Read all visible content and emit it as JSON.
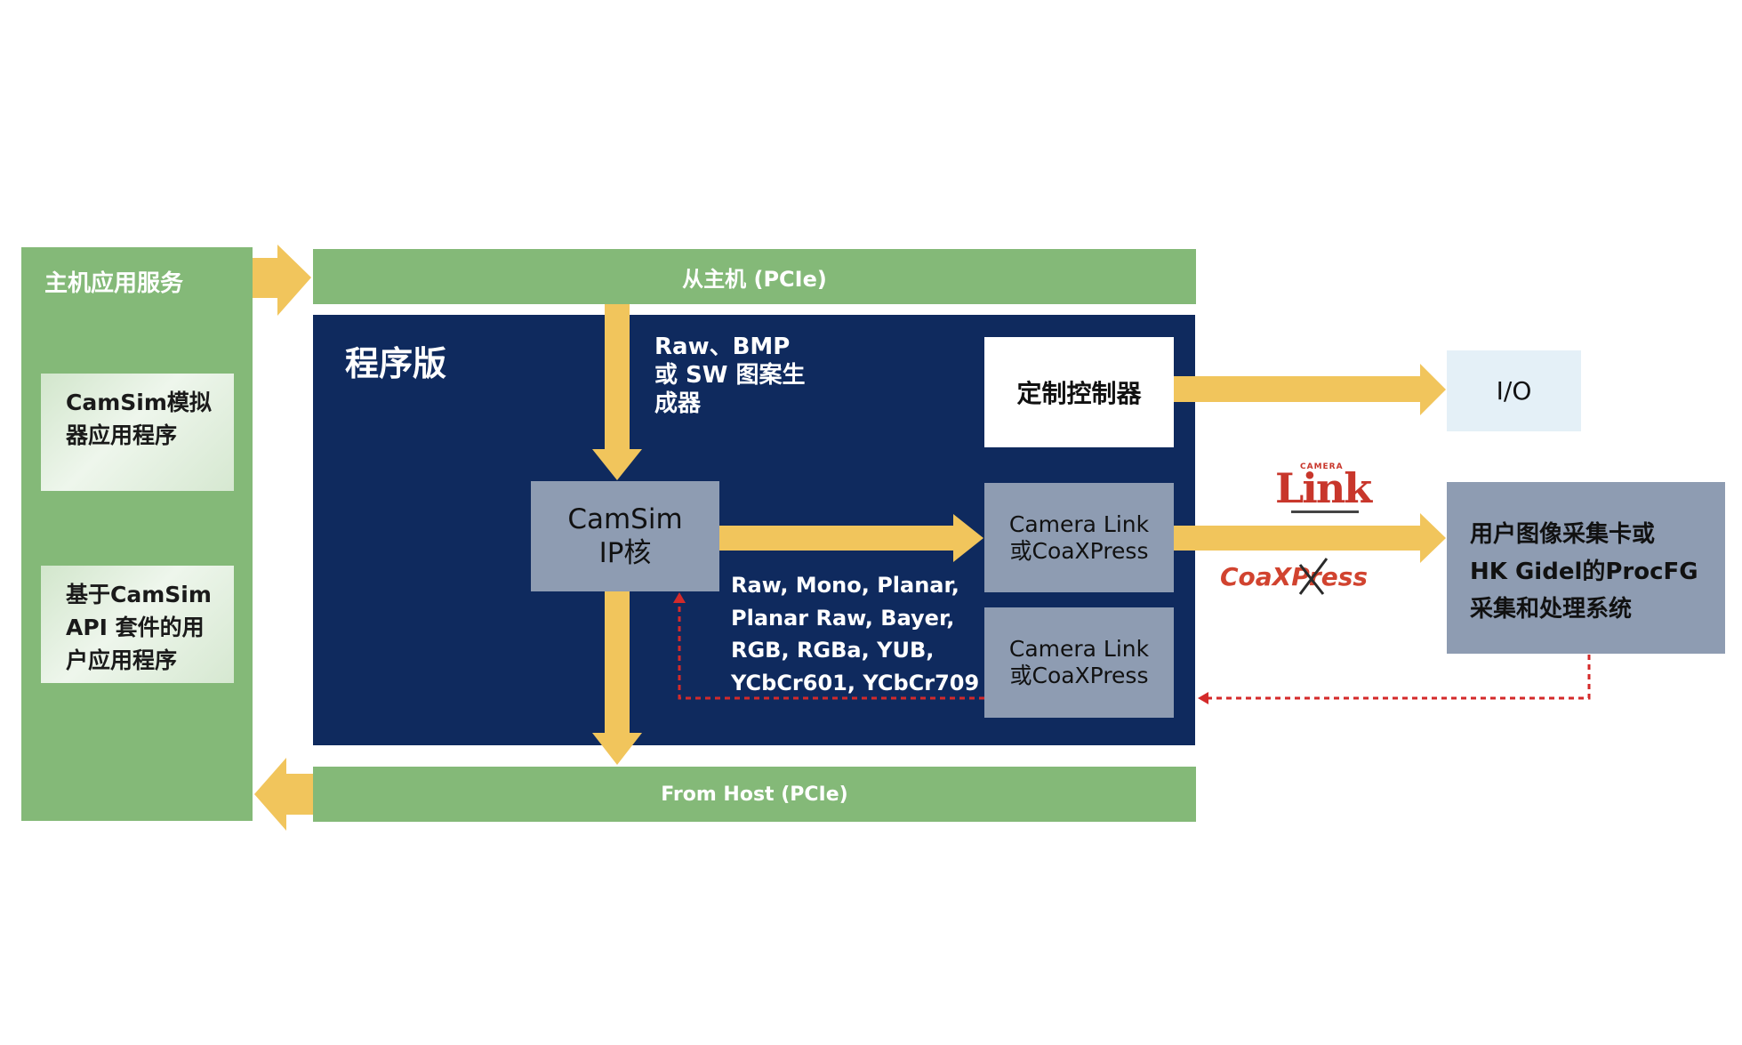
{
  "host_panel": {
    "title": "主机应用服务",
    "app1": "CamSim模拟\n器应用程序",
    "app2": "基于CamSim\nAPI 套件的用\n户应用程序"
  },
  "bars": {
    "top": "从主机 (PCIe)",
    "bottom": "From Host (PCIe)"
  },
  "board": {
    "title": "程序版",
    "generator_text": "Raw、BMP\n或 SW 图案生\n成器",
    "ip_core": "CamSim\nIP核",
    "controller": "定制控制器",
    "port1": "Camera Link\n或CoaXPress",
    "port2": "Camera Link\n或CoaXPress",
    "formats": "Raw, Mono, Planar,\nPlanar Raw,  Bayer,\nRGB, RGBa, YUB,\nYCbCr601, YCbCr709"
  },
  "io_label": "I/O",
  "logos": {
    "camera_link_small": "CAMERA",
    "camera_link": "Link",
    "coaxpress": "CoaXPress"
  },
  "grabber": "用户图像采集卡或\nHK Gidel的ProcFG\n采集和处理系统",
  "colors": {
    "green": "#84b978",
    "navy": "#0f2a5e",
    "arrow": "#f1c55c",
    "dotted": "#d42a2a",
    "logo_red": "#c8362b"
  }
}
